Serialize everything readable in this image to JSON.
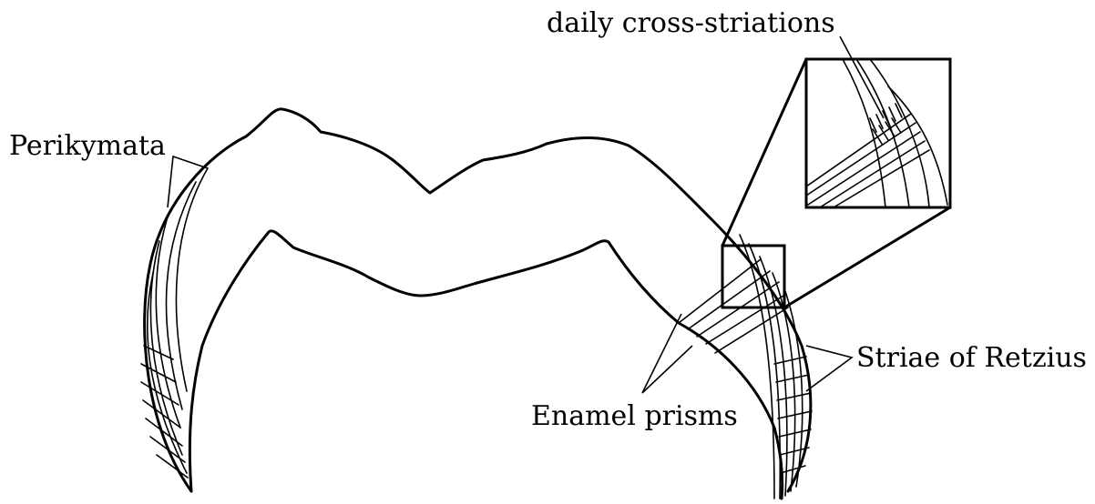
{
  "labels": {
    "daily_cross_striations": "daily cross-striations",
    "perikymata": "Perikymata",
    "striae_of_retzius": "Striae of Retzius",
    "enamel_prisms": "Enamel prisms"
  }
}
